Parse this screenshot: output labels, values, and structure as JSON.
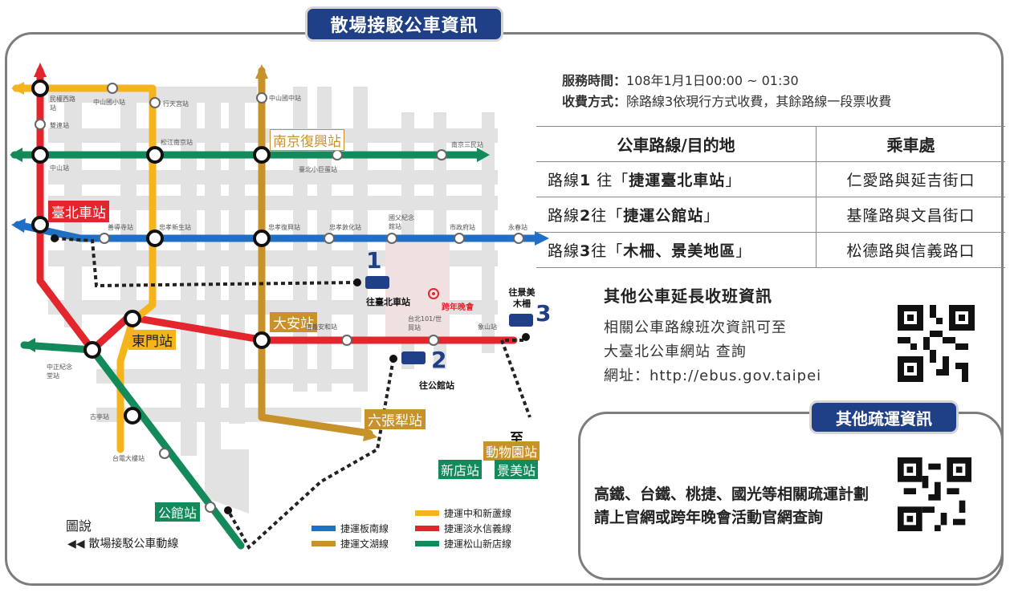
{
  "title": "散場接駁公車資訊",
  "service_time_label": "服務時間：",
  "service_time_value": "108年1月1日00:00 ~ 01:30",
  "fare_label": "收費方式：",
  "fare_value": "除路線3依現行方式收費，其餘路線一段票收費",
  "table": {
    "header_route": "公車路線/目的地",
    "header_stop": "乘車處",
    "rows": [
      {
        "prefix": "路線",
        "num": "1",
        "mid": " 往「",
        "dest": "捷運臺北車站",
        "end": "」",
        "stop": "仁愛路與延吉街口"
      },
      {
        "prefix": "路線",
        "num": "2",
        "mid": "往「",
        "dest": "捷運公館站",
        "end": "」",
        "stop": "基隆路與文昌街口"
      },
      {
        "prefix": "路線",
        "num": "3",
        "mid": "往「",
        "dest": "木柵、景美地區",
        "end": "」",
        "stop": "松德路與信義路口"
      }
    ]
  },
  "extension": {
    "title": "其他公車延長收班資訊",
    "line1": "相關公車路線班次資訊可至",
    "line2": "大臺北公車網站 查詢",
    "line3": "網址：http://ebus.gov.taipei"
  },
  "other": {
    "badge": "其他疏運資訊",
    "line1": "高鐵、台鐵、桃捷、國光等相關疏運計劃",
    "line2": "請上官網或跨年晚會活動官網查詢"
  },
  "legend": {
    "head": "圖說",
    "shuttle": "散場接駁公車動線",
    "lines": [
      {
        "name": "捷運板南線",
        "color": "#1f6fc4"
      },
      {
        "name": "捷運文湖線",
        "color": "#c8922a"
      },
      {
        "name": "捷運中和新蘆線",
        "color": "#f5b31c"
      },
      {
        "name": "捷運淡水信義線",
        "color": "#e3262e"
      },
      {
        "name": "捷運松山新店線",
        "color": "#128a5a"
      }
    ]
  },
  "map": {
    "stations": {
      "taipei_main": "臺北車站",
      "nanjing_fuxing": "南京復興站",
      "daan": "大安站",
      "dongmen": "東門站",
      "liuzhangli": "六張犁站",
      "zoo": "動物園站",
      "xindian": "新店站",
      "jingmei": "景美站",
      "gongguan": "公館站",
      "to": "至"
    },
    "small_labels": {
      "minquan": "民權西路站",
      "shuanglian": "雙連站",
      "zhongshan": "中山站",
      "zhongshan_elem": "中山國小站",
      "xingtian": "行天宮站",
      "songjiang": "松江南京站",
      "zhongshan_jr": "中山國中站",
      "nanjing_sanmin": "南京三民站",
      "taipei_arena": "臺北小巨蛋站",
      "shandao": "善導寺站",
      "zhongxiao_xinsheng": "忠孝新生站",
      "zhongxiao_fuxing": "忠孝復興站",
      "zhongxiao_dunhua": "忠孝敦化站",
      "sun_yatsen": "國父紀念館站",
      "city_hall": "市政府站",
      "yongchun": "永春站",
      "xinyi_anhe": "信義安和站",
      "taipei101": "台北101/世貿站",
      "xiangshan": "象山站",
      "cks": "中正紀念堂站",
      "guting": "古亭站",
      "ntu_hospital": "台電大樓站",
      "event": "跨年晚會",
      "to_taipei": "往臺北車站",
      "to_gongguan": "往公館站",
      "to_jingmei": "往景美木柵",
      "num1": "1",
      "num2": "2",
      "num3": "3"
    }
  }
}
